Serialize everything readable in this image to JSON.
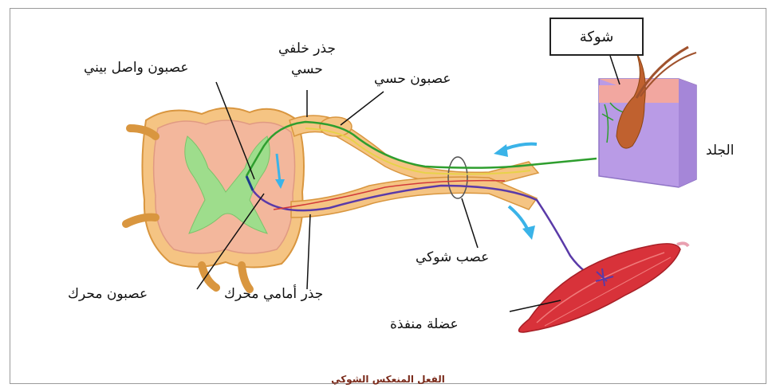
{
  "labels": {
    "spine": "شوكة",
    "sensory_root": "جذر خلفي",
    "sensory_root_2": "حسي",
    "interneuron": "عصبون واصل بيني",
    "sensory_neuron": "عصبون حسي",
    "skin": "الجلد",
    "spinal_nerve": "عصب شوكي",
    "motor_neuron": "عصبون محرك",
    "ventral_root": "جذر أمامي محرك",
    "effector_muscle": "عضلة منفذة"
  },
  "caption": "الفعل المنعكس الشوكي",
  "colors": {
    "nerve_fill": "#f5c483",
    "nerve_stroke": "#d9963f",
    "gray_matter": "#9edd8c",
    "white_matter": "#f3b79c",
    "sensory_fiber": "#2e9e2e",
    "motor_fiber": "#5a3aa8",
    "skin": "#b99be6",
    "skin_top": "#f2a7a0",
    "muscle": "#d8323a",
    "arrow": "#3ab3e8",
    "hair": "#a0522d"
  }
}
